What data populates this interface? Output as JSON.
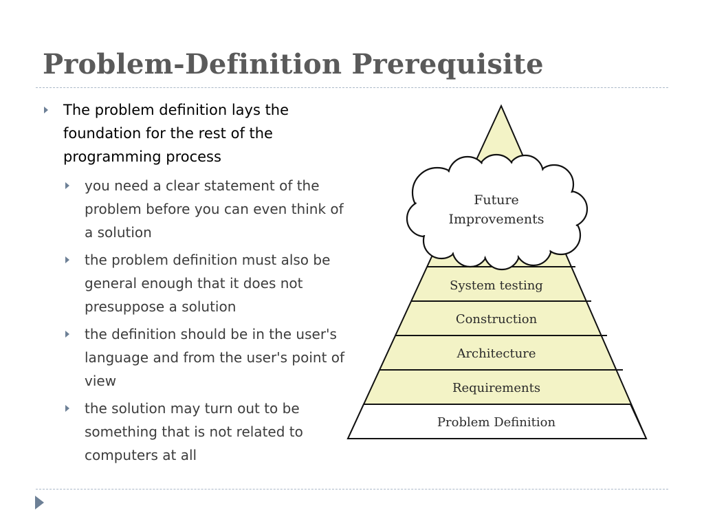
{
  "slide": {
    "title": "Problem-Definition Prerequisite"
  },
  "bullets": [
    {
      "text": "The problem definition lays the foundation for the rest of the programming process",
      "children": [
        "you need a clear statement of the problem before you can even think of a solution",
        "the problem definition must also be general enough that it does not presuppose a solution",
        "the definition should be in the user's language and from the user's point of view",
        "the solution may turn out to be something that is not related to computers at all"
      ]
    }
  ],
  "pyramid": {
    "fill_color": "#f3f3c6",
    "base_fill_color": "#ffffff",
    "cloud": {
      "line1": "Future",
      "line2": "Improvements"
    },
    "layers": [
      "System testing",
      "Construction",
      "Architecture",
      "Requirements",
      "Problem Definition"
    ]
  }
}
